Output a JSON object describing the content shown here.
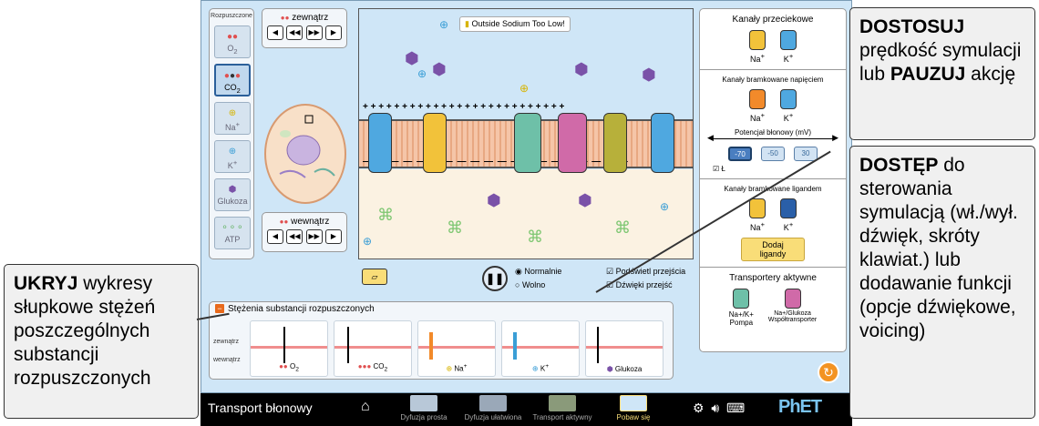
{
  "solutes": {
    "title": "Rozpuszczone",
    "items": [
      {
        "label": "O",
        "sub": "2",
        "icon": "o2-icon"
      },
      {
        "label": "CO",
        "sub": "2",
        "icon": "co2-icon",
        "selected": true
      },
      {
        "label": "Na",
        "sup": "+",
        "icon": "na-icon"
      },
      {
        "label": "K",
        "sup": "+",
        "icon": "k-icon"
      },
      {
        "label": "Glukoza",
        "icon": "glucose-icon"
      },
      {
        "label": "ATP",
        "icon": "atp-icon"
      }
    ]
  },
  "rate_controls": {
    "outside_label": "zewnątrz",
    "inside_label": "wewnątrz"
  },
  "membrane": {
    "alert": "Outside Sodium Too Low!"
  },
  "channels": {
    "leak_title": "Kanały przeciekowe",
    "voltage_title": "Kanały bramkowane napięciem",
    "potential_title": "Potencjał błonowy (mV)",
    "potential_values": [
      "-70",
      "-50",
      "30"
    ],
    "selected_potential": "-70",
    "ligand_title": "Kanały bramkowane ligandem",
    "add_ligands": "Dodaj ligandy",
    "active_title": "Transportery aktywne",
    "na_label": "Na",
    "k_label": "K",
    "plus": "+",
    "pump_label_1": "Na+/K+",
    "pump_label_2": "Pompa",
    "cotrans_label_1": "Na+/Glukoza",
    "cotrans_label_2": "Współtransporter",
    "partial_label": "Ł"
  },
  "concentrations": {
    "title": "Stężenia substancji rozpuszczonych",
    "outside": "zewnątrz",
    "inside": "wewnątrz",
    "bars": [
      {
        "label": "O",
        "sub": "2"
      },
      {
        "label": "CO",
        "sub": "2"
      },
      {
        "label": "Na",
        "sup": "+"
      },
      {
        "label": "K",
        "sup": "+"
      },
      {
        "label": "Glukoza"
      }
    ]
  },
  "playback": {
    "normal": "Normalnie",
    "slow": "Wolno",
    "highlight": "Podświetl przejścia",
    "sounds": "Dźwięki przejść"
  },
  "navbar": {
    "title": "Transport błonowy",
    "screens": [
      "Dyfuzja prosta",
      "Dyfuzja ułatwiona",
      "Transport aktywny",
      "Pobaw się"
    ],
    "active_screen": "Pobaw się",
    "brand": "PhET"
  },
  "callouts": {
    "adjust": {
      "bold1": "DOSTOSUJ",
      "text1": " prędkość symulacji lub ",
      "bold2": "PAUZUJ",
      "text2": " akcję"
    },
    "access": {
      "bold": "DOSTĘP",
      "text": " do sterowania symulacją (wł./wył. dźwięk, skróty klawiat.) lub dodawanie funkcji (opcje dźwiękowe, voicing)"
    },
    "hide": {
      "bold": "UKRYJ",
      "text": " wykresy słupkowe stężeń poszczególnych substancji rozpuszczonych"
    }
  },
  "colors": {
    "accent": "#f39322",
    "sim_bg": "#cfe6f7",
    "navbar_bg": "#000000",
    "active_tab": "#f9dd78"
  }
}
